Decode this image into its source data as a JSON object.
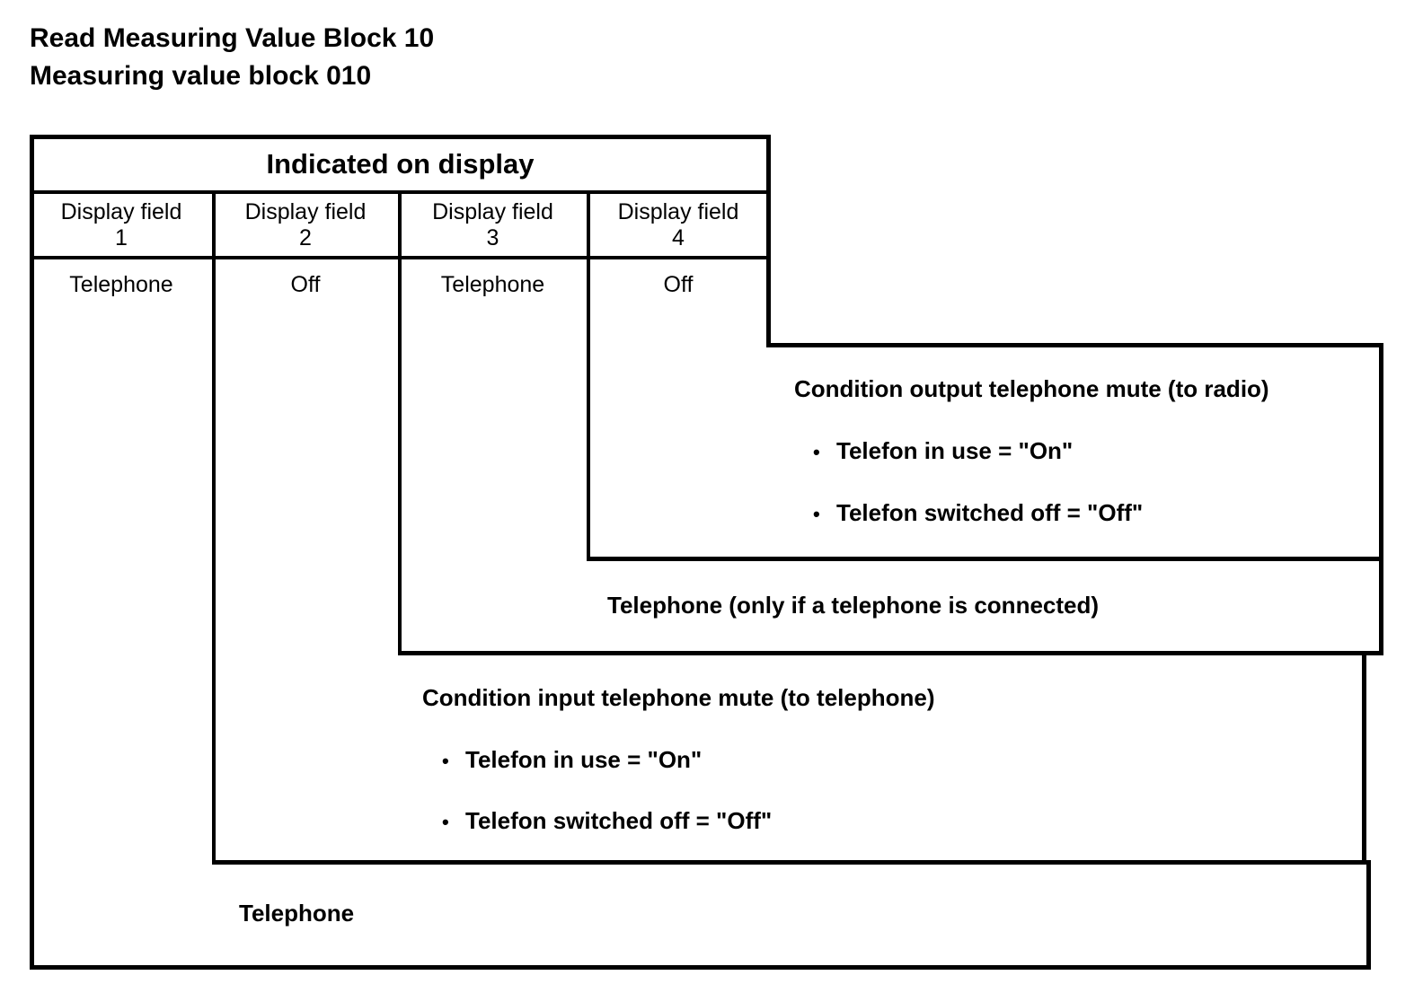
{
  "title": {
    "line1": "Read Measuring Value Block 10",
    "line2": "Measuring value block 010"
  },
  "table": {
    "banner": "Indicated on display",
    "columns": [
      {
        "label": "Display field",
        "number": "1",
        "value": "Telephone"
      },
      {
        "label": "Display field",
        "number": "2",
        "value": "Off"
      },
      {
        "label": "Display field",
        "number": "3",
        "value": "Telephone"
      },
      {
        "label": "Display field",
        "number": "4",
        "value": "Off"
      }
    ]
  },
  "callouts": [
    {
      "heading": "Condition output telephone mute (to radio)",
      "bullets": [
        {
          "marker": "•",
          "text": "Telefon in use = \"On\""
        },
        {
          "marker": "•",
          "text": "Telefon switched off = \"Off\""
        }
      ]
    },
    {
      "heading": "Telephone (only if a telephone is connected)",
      "bullets": []
    },
    {
      "heading": "Condition input telephone mute (to telephone)",
      "bullets": [
        {
          "marker": "•",
          "text": "Telefon in use = \"On\""
        },
        {
          "marker": "•",
          "text": "Telefon switched off = \"Off\""
        }
      ]
    },
    {
      "heading": "Telephone",
      "bullets": []
    }
  ],
  "colors": {
    "ink": "#000000",
    "paper": "#ffffff"
  }
}
